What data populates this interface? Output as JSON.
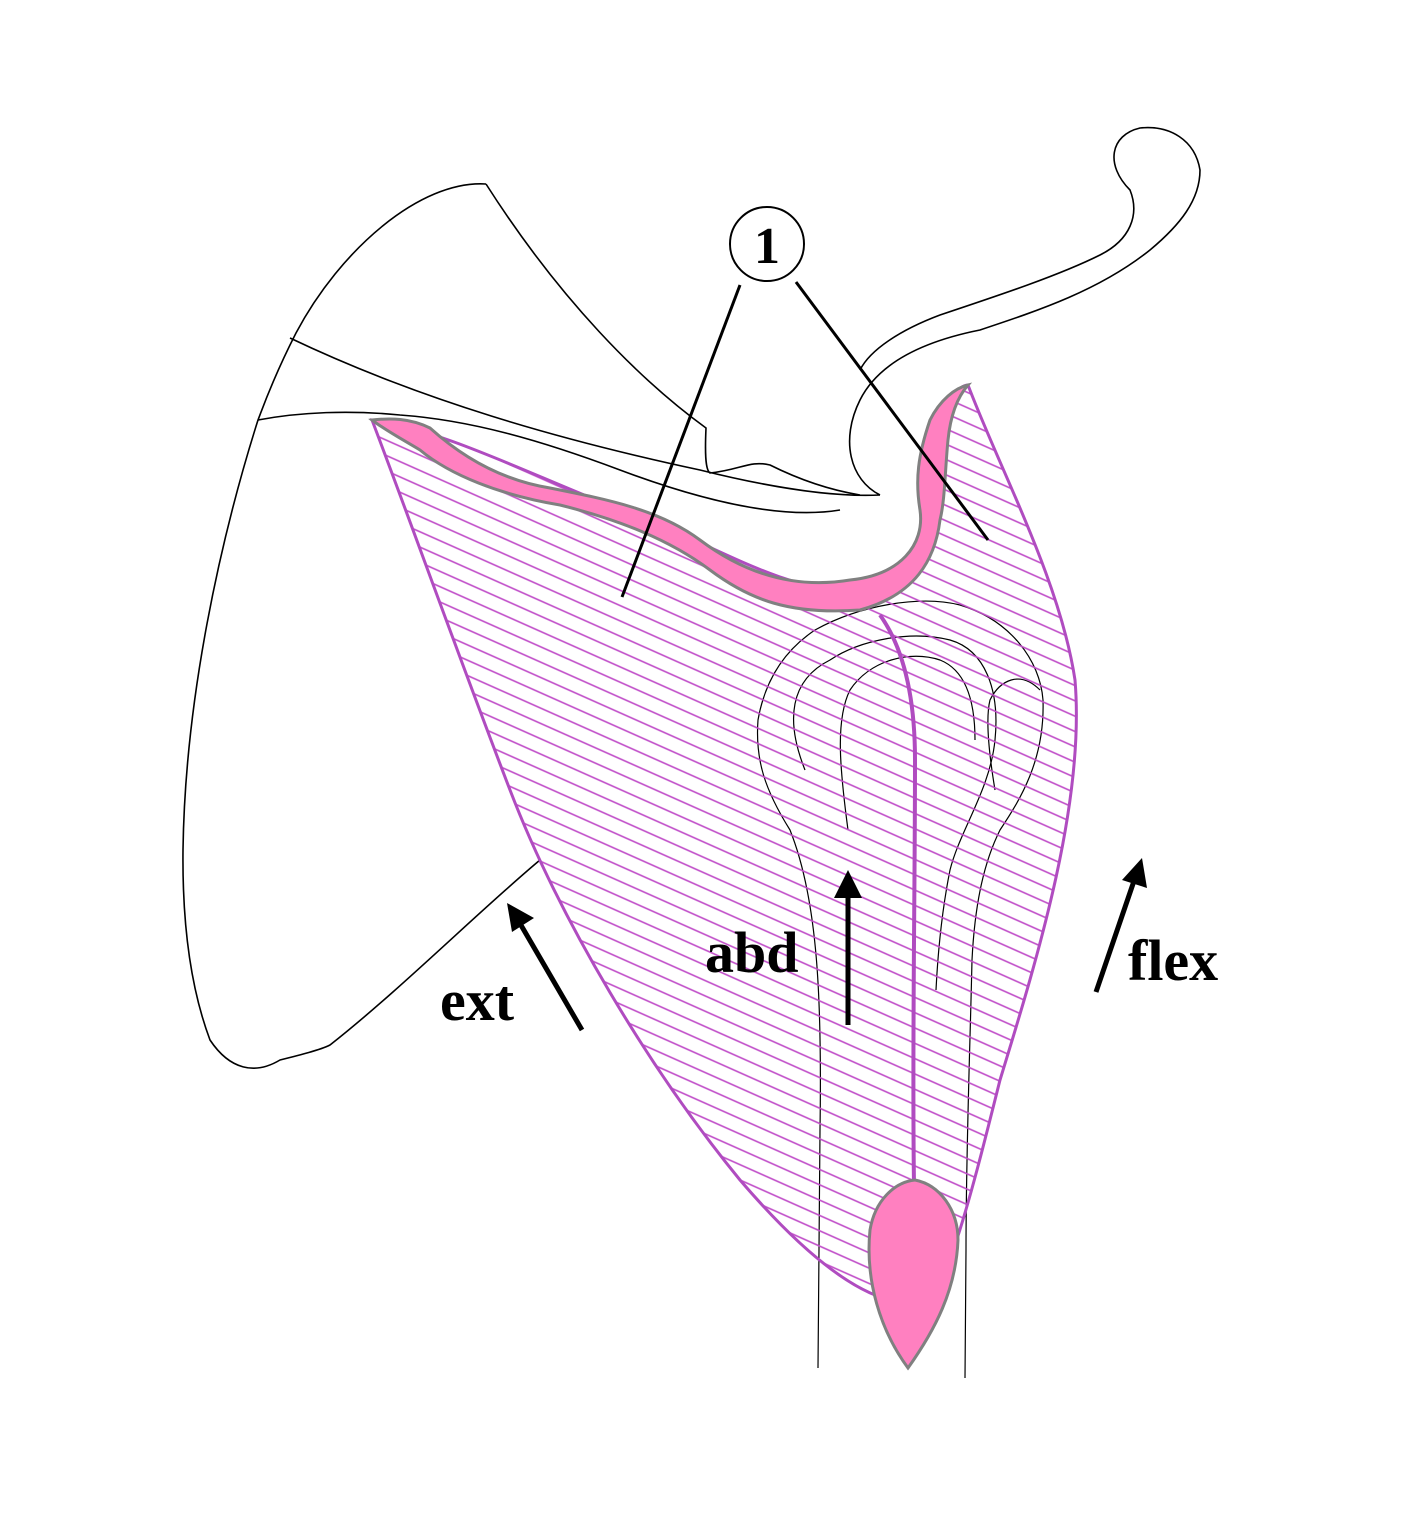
{
  "figure": {
    "callout_number": "1",
    "labels": {
      "ext": "ext",
      "abd": "abd",
      "flex": "flex"
    }
  },
  "colors": {
    "muscle_outline": "#b04cc0",
    "muscle_hatch": "#c04cc8",
    "attachment_fill": "#ff80c0",
    "attachment_edge": "#808080",
    "bone_outline": "#000000",
    "arrows": "#000000"
  }
}
